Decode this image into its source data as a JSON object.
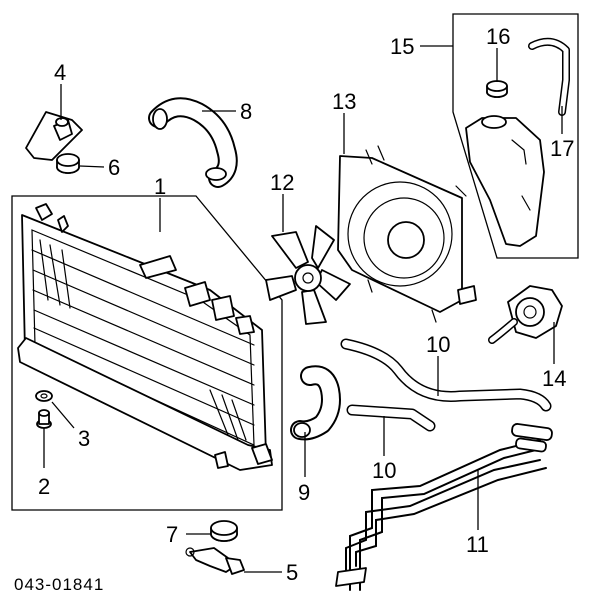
{
  "diagram_code": "043-01841",
  "callouts": {
    "c1": "1",
    "c2": "2",
    "c3": "3",
    "c4": "4",
    "c5": "5",
    "c6": "6",
    "c7": "7",
    "c8": "8",
    "c9": "9",
    "c10a": "10",
    "c10b": "10",
    "c11": "11",
    "c12": "12",
    "c13": "13",
    "c14": "14",
    "c15": "15",
    "c16": "16",
    "c17": "17"
  }
}
